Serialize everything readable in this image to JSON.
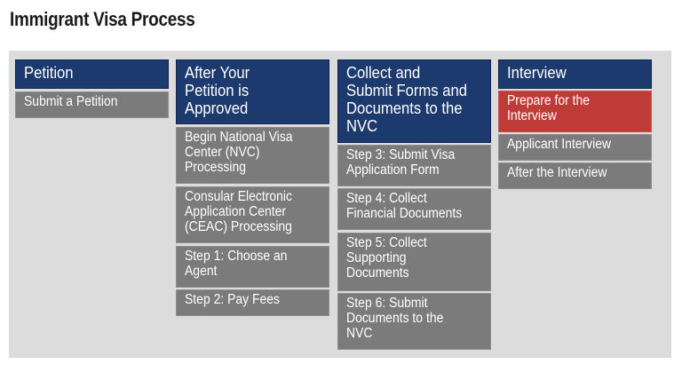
{
  "page": {
    "title": "Immigrant Visa Process"
  },
  "colors": {
    "header_blue": "#1c3a6e",
    "step_gray": "#7b7b7b",
    "active_red": "#bf3b38",
    "panel_bg": "#dcdcdc"
  },
  "columns": [
    {
      "header": [
        "Petition"
      ],
      "items": [
        {
          "lines": [
            "Submit a Petition"
          ],
          "active": false
        }
      ]
    },
    {
      "header": [
        "After Your",
        "Petition is",
        "Approved"
      ],
      "items": [
        {
          "lines": [
            "Begin National Visa",
            "Center (NVC)",
            "Processing"
          ],
          "active": false
        },
        {
          "lines": [
            "Consular Electronic",
            "Application Center",
            "(CEAC) Processing"
          ],
          "active": false
        },
        {
          "lines": [
            "Step 1: Choose an",
            "Agent"
          ],
          "active": false
        },
        {
          "lines": [
            "Step 2: Pay Fees"
          ],
          "active": false
        }
      ]
    },
    {
      "header": [
        "Collect and",
        "Submit Forms and",
        "Documents to the",
        "NVC"
      ],
      "items": [
        {
          "lines": [
            "Step 3: Submit Visa",
            "Application Form"
          ],
          "active": false
        },
        {
          "lines": [
            "Step 4: Collect",
            "Financial Documents"
          ],
          "active": false
        },
        {
          "lines": [
            "Step 5: Collect",
            "Supporting",
            "Documents"
          ],
          "active": false
        },
        {
          "lines": [
            "Step 6: Submit",
            "Documents to the",
            "NVC"
          ],
          "active": false
        }
      ]
    },
    {
      "header": [
        "Interview"
      ],
      "items": [
        {
          "lines": [
            "Prepare for the",
            "Interview"
          ],
          "active": true
        },
        {
          "lines": [
            "Applicant Interview"
          ],
          "active": false
        },
        {
          "lines": [
            "After the Interview"
          ],
          "active": false
        }
      ]
    }
  ]
}
